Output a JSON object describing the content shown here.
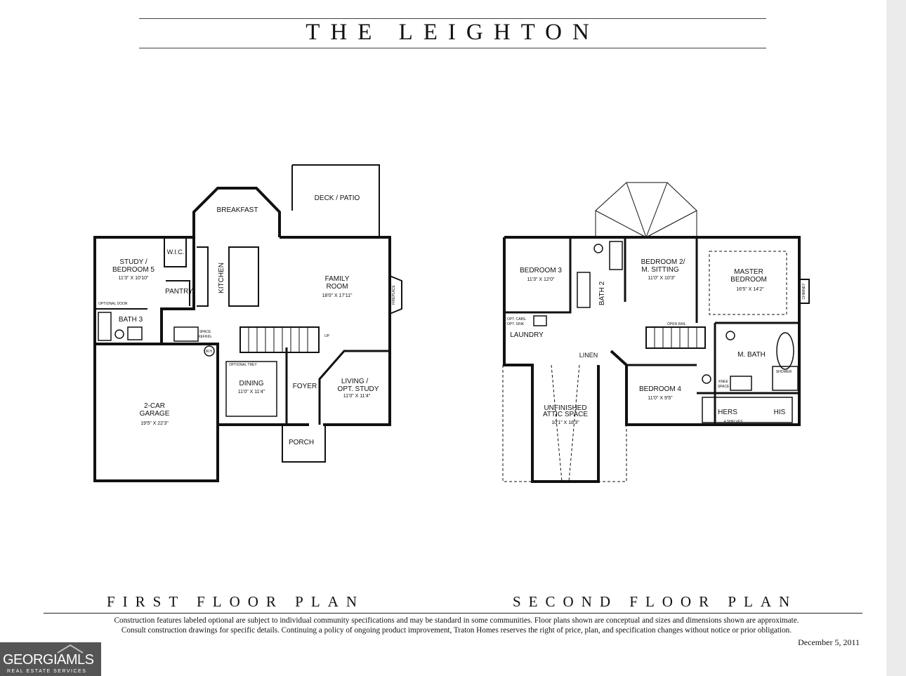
{
  "title": "THE LEIGHTON",
  "first_floor": {
    "label": "FIRST FLOOR PLAN",
    "rooms": {
      "deck": "DECK / PATIO",
      "breakfast": "BREAKFAST",
      "study_1": "STUDY /",
      "study_2": "BEDROOM 5",
      "study_dim": "11'3\" X 10'10\"",
      "wic": "W.I.C.",
      "pantry": "PANTRY",
      "kitchen": "KITCHEN",
      "family_1": "FAMILY",
      "family_2": "ROOM",
      "family_dim": "18'0\" X 17'11\"",
      "fireplace": "FIREPLACE",
      "optional_door": "OPTIONAL DOOR",
      "bath3": "BATH 3",
      "space_refrig_1": "SPACE",
      "space_refrig_2": "REFRIG.",
      "wh": "W.H.",
      "up": "UP",
      "optional_trey": "OPTIONAL TREY",
      "dining": "DINING",
      "dining_dim": "11'0\" X 11'4\"",
      "foyer": "FOYER",
      "living_1": "LIVING /",
      "living_2": "OPT. STUDY",
      "living_dim": "11'0\" X 11'4\"",
      "garage_1": "2-CAR",
      "garage_2": "GARAGE",
      "garage_dim": "19'5\" X 22'3\"",
      "porch": "PORCH"
    }
  },
  "second_floor": {
    "label": "SECOND FLOOR PLAN",
    "rooms": {
      "bedroom3": "BEDROOM 3",
      "bedroom3_dim": "11'3\" X 12'0\"",
      "bath2": "BATH 2",
      "bedroom2_1": "BEDROOM 2/",
      "bedroom2_2": "M. SITTING",
      "bedroom2_dim": "11'0\" X 10'3\"",
      "master_1": "MASTER",
      "master_2": "BEDROOM",
      "master_dim": "16'5\" X 14'2\"",
      "chimney": "CHIMNEY",
      "opt_cabs": "OPT. CABS.",
      "opt_sink": "OPT. SINK",
      "laundry": "LAUNDRY",
      "open_rail": "OPEN RAIL",
      "linen": "LINEN",
      "mbath": "M. BATH",
      "shower": "SHOWER",
      "knee_1": "KNEE",
      "knee_2": "SPACE",
      "bedroom4": "BEDROOM 4",
      "bedroom4_dim": "11'0\" X 9'5\"",
      "attic_1": "UNFINISHED",
      "attic_2": "ATTIC SPACE",
      "attic_dim": "10'1\" X 18'3\"",
      "hers": "HERS",
      "his": "HIS",
      "shelves": "4 SHELVES"
    }
  },
  "disclaimer_1": "Construction features labeled optional are subject to individual community specifications and may be standard in some communities. Floor plans shown are conceptual and sizes and dimensions shown are approximate.",
  "disclaimer_2": "Consult construction drawings for specific details. Continuing a policy of ongoing product improvement, Traton Homes reserves the right of price, plan, and specification changes without notice or prior obligation.",
  "date": "December 5, 2011",
  "logo": {
    "main": "GEORGIAMLS",
    "sub": "REAL ESTATE SERVICES"
  }
}
